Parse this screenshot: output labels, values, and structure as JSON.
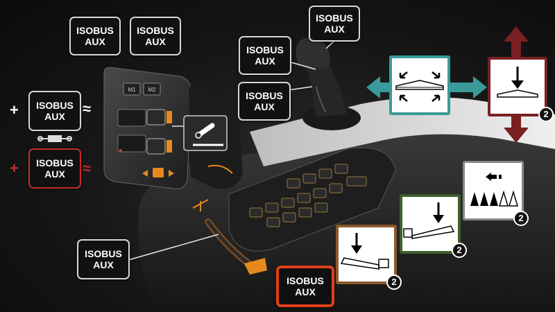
{
  "aux_label": {
    "line1": "ISOBUS",
    "line2": "AUX"
  },
  "signs": {
    "plus": "+",
    "approx": "≈"
  },
  "step_number": "2",
  "colors": {
    "teal": "#3a9a9a",
    "maroon": "#7a1f22",
    "green": "#3f5e2e",
    "brown": "#8a5a2e",
    "grey": "#888888",
    "red": "#c22b2f",
    "orange": "#e0401a"
  }
}
